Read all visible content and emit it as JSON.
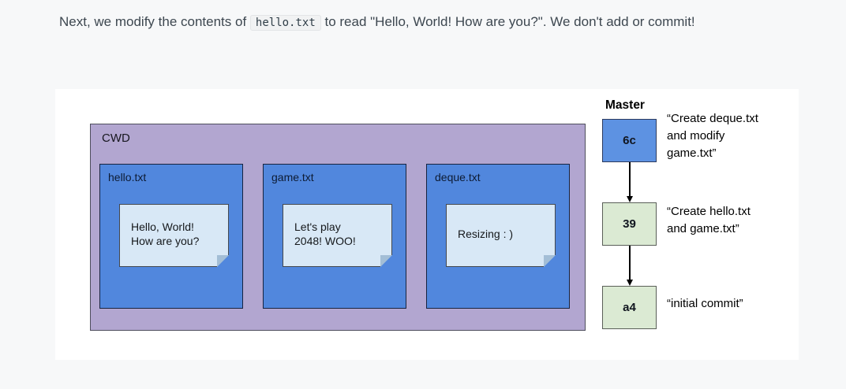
{
  "intro": {
    "before_code": "Next, we modify the contents of ",
    "code": "hello.txt",
    "after_code": " to read \"Hello, World! How are you?\". We don't add or commit!"
  },
  "diagram": {
    "cwd_label": "CWD",
    "files": [
      {
        "name": "hello.txt",
        "line1": "Hello, World!",
        "line2": "How are you?"
      },
      {
        "name": "game.txt",
        "line1": "Let's play",
        "line2": "2048! WOO!"
      },
      {
        "name": "deque.txt",
        "line1": "Resizing : )",
        "line2": ""
      }
    ],
    "branch_label": "Master",
    "commits": [
      {
        "hash": "6c",
        "msg_line1": "“Create deque.txt",
        "msg_line2": "and modify",
        "msg_line3": "game.txt”"
      },
      {
        "hash": "39",
        "msg_line1": "“Create hello.txt",
        "msg_line2": "and game.txt”"
      },
      {
        "hash": "a4",
        "msg_line1": "“initial commit”"
      }
    ]
  },
  "colors": {
    "page_background": "#f7f8f9",
    "panel_background": "#ffffff",
    "cwd_fill": "#b2a6d0",
    "file_fill": "#5187dd",
    "note_fill": "#d8e8f6",
    "commit_blue": "#5d92e2",
    "commit_green": "#dbead3"
  }
}
